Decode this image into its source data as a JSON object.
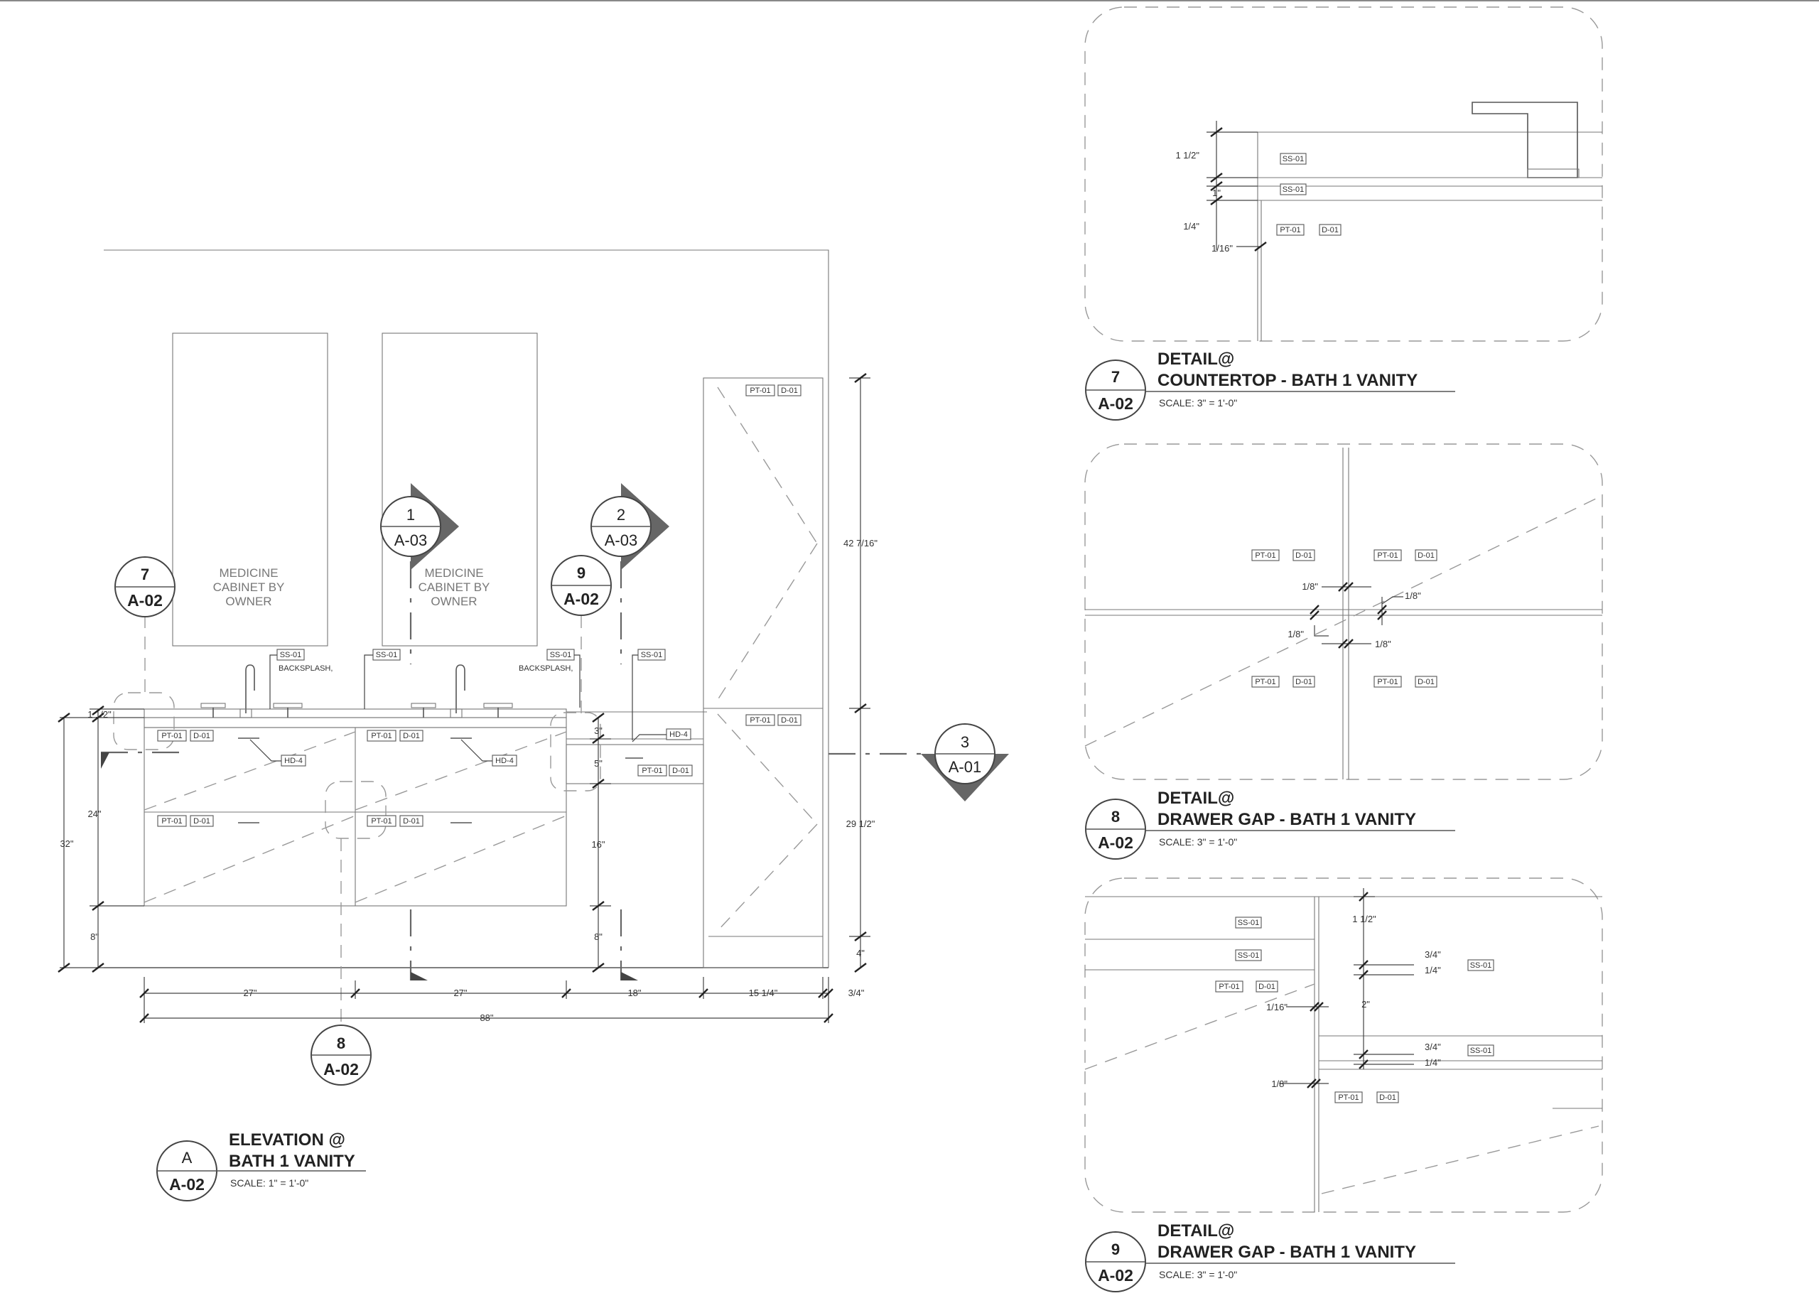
{
  "elevation": {
    "bubble": {
      "id": "A",
      "sheet": "A-02"
    },
    "title_line1": "ELEVATION @",
    "title_line2": "BATH 1 VANITY",
    "scale": "SCALE: 1\" = 1'-0\"",
    "cabinet_label_left": [
      "MEDICINE",
      "CABINET BY",
      "OWNER"
    ],
    "cabinet_label_right": [
      "MEDICINE",
      "CABINET BY",
      "OWNER"
    ],
    "tags": {
      "ss01": "SS-01",
      "pt01": "PT-01",
      "d01": "D-01",
      "hd4": "HD-4",
      "backsplash": "BACKSPLASH,"
    },
    "callouts": [
      {
        "num": "7",
        "sheet": "A-02"
      },
      {
        "num": "1",
        "sheet": "A-03"
      },
      {
        "num": "2",
        "sheet": "A-03"
      },
      {
        "num": "9",
        "sheet": "A-02"
      },
      {
        "num": "3",
        "sheet": "A-01"
      },
      {
        "num": "8",
        "sheet": "A-02"
      }
    ],
    "dims": {
      "d_1_half": "1 1/2\"",
      "d_24": "24\"",
      "d_32": "32\"",
      "d_8a": "8\"",
      "d_3": "3\"",
      "d_5": "5\"",
      "d_16": "16\"",
      "d_8b": "8\"",
      "d_42": "42 7/16\"",
      "d_29": "29 1/2\"",
      "d_4": "4\"",
      "d_27a": "27\"",
      "d_27b": "27\"",
      "d_18": "18\"",
      "d_15": "15 1/4\"",
      "d_3q": "3/4\"",
      "d_88": "88\""
    }
  },
  "detail7": {
    "bubble": {
      "num": "7",
      "sheet": "A-02"
    },
    "title_line1": "DETAIL@",
    "title_line2": "COUNTERTOP - BATH 1 VANITY",
    "scale": "SCALE: 3\" = 1'-0\"",
    "dims": {
      "a": "1 1/2\"",
      "b": "1\"",
      "c": "1/4\"",
      "d": "1/16\""
    },
    "tags": {
      "ss01a": "SS-01",
      "ss01b": "SS-01",
      "pt01": "PT-01",
      "d01": "D-01"
    }
  },
  "detail8": {
    "bubble": {
      "num": "8",
      "sheet": "A-02"
    },
    "title_line1": "DETAIL@",
    "title_line2": "DRAWER GAP - BATH 1 VANITY",
    "scale": "SCALE: 3\" = 1'-0\"",
    "dims": {
      "a": "1/8\"",
      "b": "1/8\"",
      "c": "1/8\"",
      "d": "1/8\""
    },
    "tags": {
      "pt01": "PT-01",
      "d01": "D-01"
    }
  },
  "detail9": {
    "bubble": {
      "num": "9",
      "sheet": "A-02"
    },
    "title_line1": "DETAIL@",
    "title_line2": "DRAWER GAP - BATH 1 VANITY",
    "scale": "SCALE: 3\" = 1'-0\"",
    "dims": {
      "a": "1 1/2\"",
      "b": "3/4\"",
      "c": "1/4\"",
      "d": "1/16\"",
      "e": "2\"",
      "f": "3/4\"",
      "g": "1/4\"",
      "h": "1/8\""
    },
    "tags": {
      "ss01": "SS-01",
      "pt01": "PT-01",
      "d01": "D-01"
    }
  }
}
